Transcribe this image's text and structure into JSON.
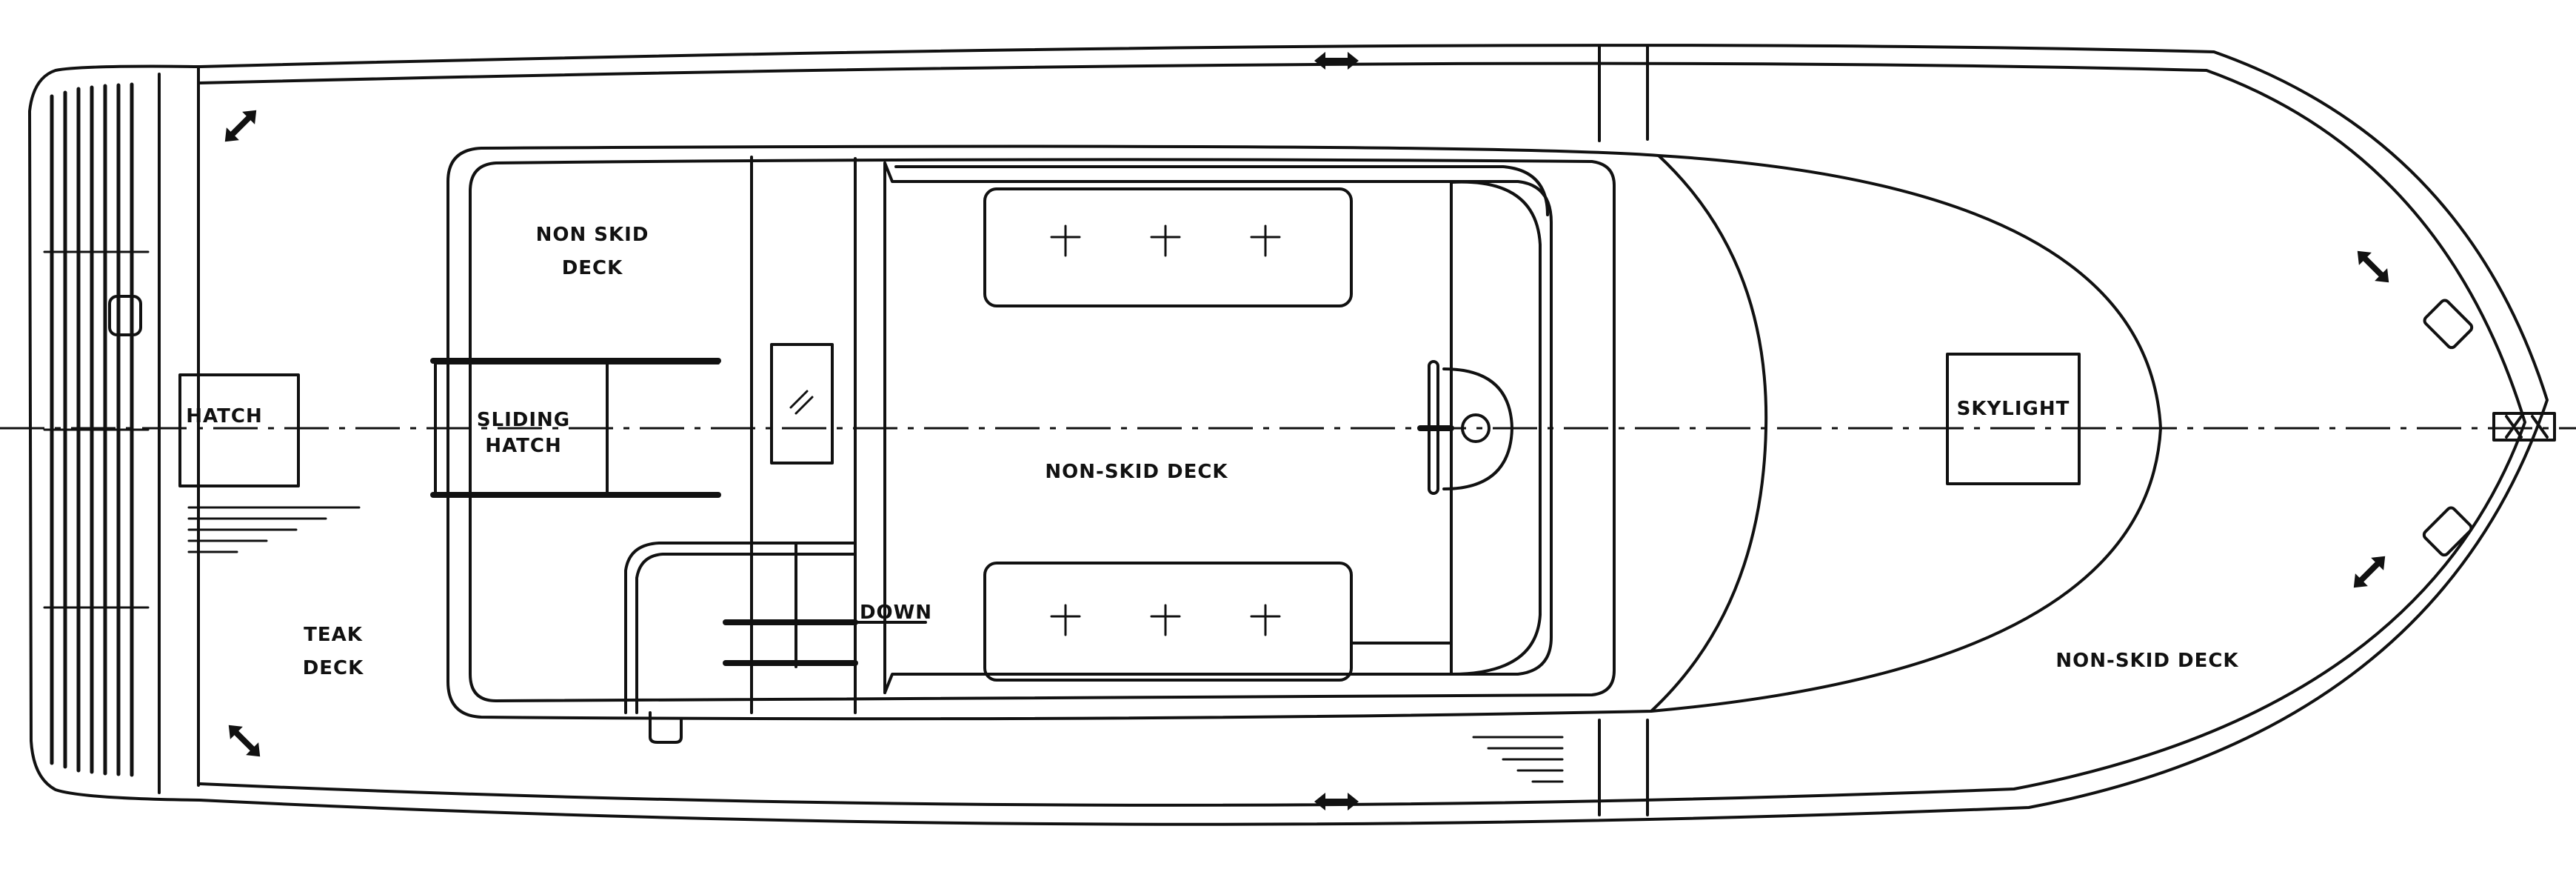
{
  "labels": {
    "non_skid_deck_aft": [
      "NON SKID",
      "DECK"
    ],
    "hatch": "HATCH",
    "sliding_hatch": [
      "SLIDING",
      "HATCH"
    ],
    "teak_deck": [
      "TEAK",
      "DECK"
    ],
    "non_skid_deck_center": "NON-SKID DECK",
    "down": "DOWN",
    "skylight": "SKYLIGHT",
    "non_skid_deck_bow": "NON-SKID DECK"
  }
}
